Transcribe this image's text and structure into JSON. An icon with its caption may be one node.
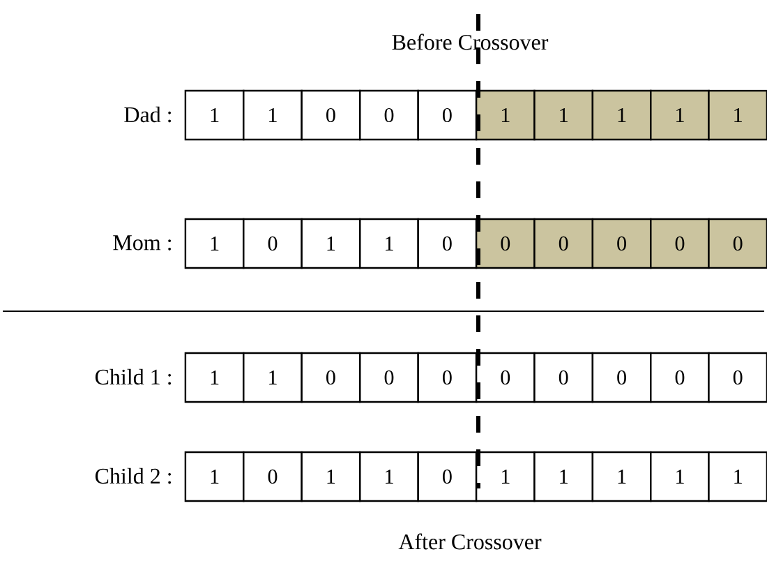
{
  "diagram": {
    "nodes": [
      {
        "text": [
          "1"
        ]
      },
      {
        "text": [
          "1"
        ]
      },
      {
        "text": [
          "0"
        ]
      },
      {
        "text": [
          "0"
        ]
      },
      {
        "text": [
          "0"
        ]
      },
      {
        "text": [
          "1"
        ]
      },
      {
        "text": [
          "1"
        ]
      },
      {
        "text": [
          "1"
        ]
      },
      {
        "text": [
          "1"
        ]
      },
      {
        "text": [
          "1"
        ]
      },
      {
        "text": [
          "1"
        ]
      },
      {
        "text": [
          "0"
        ]
      },
      {
        "text": [
          "1"
        ]
      },
      {
        "text": [
          "1"
        ]
      },
      {
        "text": [
          "0"
        ]
      },
      {
        "text": [
          "0"
        ]
      },
      {
        "text": [
          "0"
        ]
      },
      {
        "text": [
          "0"
        ]
      },
      {
        "text": [
          "0"
        ]
      },
      {
        "text": [
          "0"
        ]
      },
      {
        "text": [
          "1"
        ]
      },
      {
        "text": [
          "1"
        ]
      },
      {
        "text": [
          "0"
        ]
      },
      {
        "text": [
          "0"
        ]
      },
      {
        "text": [
          "0"
        ]
      },
      {
        "text": [
          "0"
        ]
      },
      {
        "text": [
          "0"
        ]
      },
      {
        "text": [
          "0"
        ]
      },
      {
        "text": [
          "0"
        ]
      },
      {
        "text": [
          "0"
        ]
      },
      {
        "text": [
          "1"
        ]
      },
      {
        "text": [
          "0"
        ]
      },
      {
        "text": [
          "1"
        ]
      },
      {
        "text": [
          "1"
        ]
      },
      {
        "text": [
          "0"
        ]
      },
      {
        "text": [
          "1"
        ]
      },
      {
        "text": [
          "1"
        ]
      },
      {
        "text": [
          "1"
        ]
      },
      {
        "text": [
          "1"
        ]
      },
      {
        "text": [
          "1"
        ]
      }
    ],
    "edges": [],
    "labels": [
      "Before Crossover",
      "Dad :",
      "Mom :",
      "Child 1 :",
      "Child 2 :",
      "After Crossover"
    ]
  }
}
